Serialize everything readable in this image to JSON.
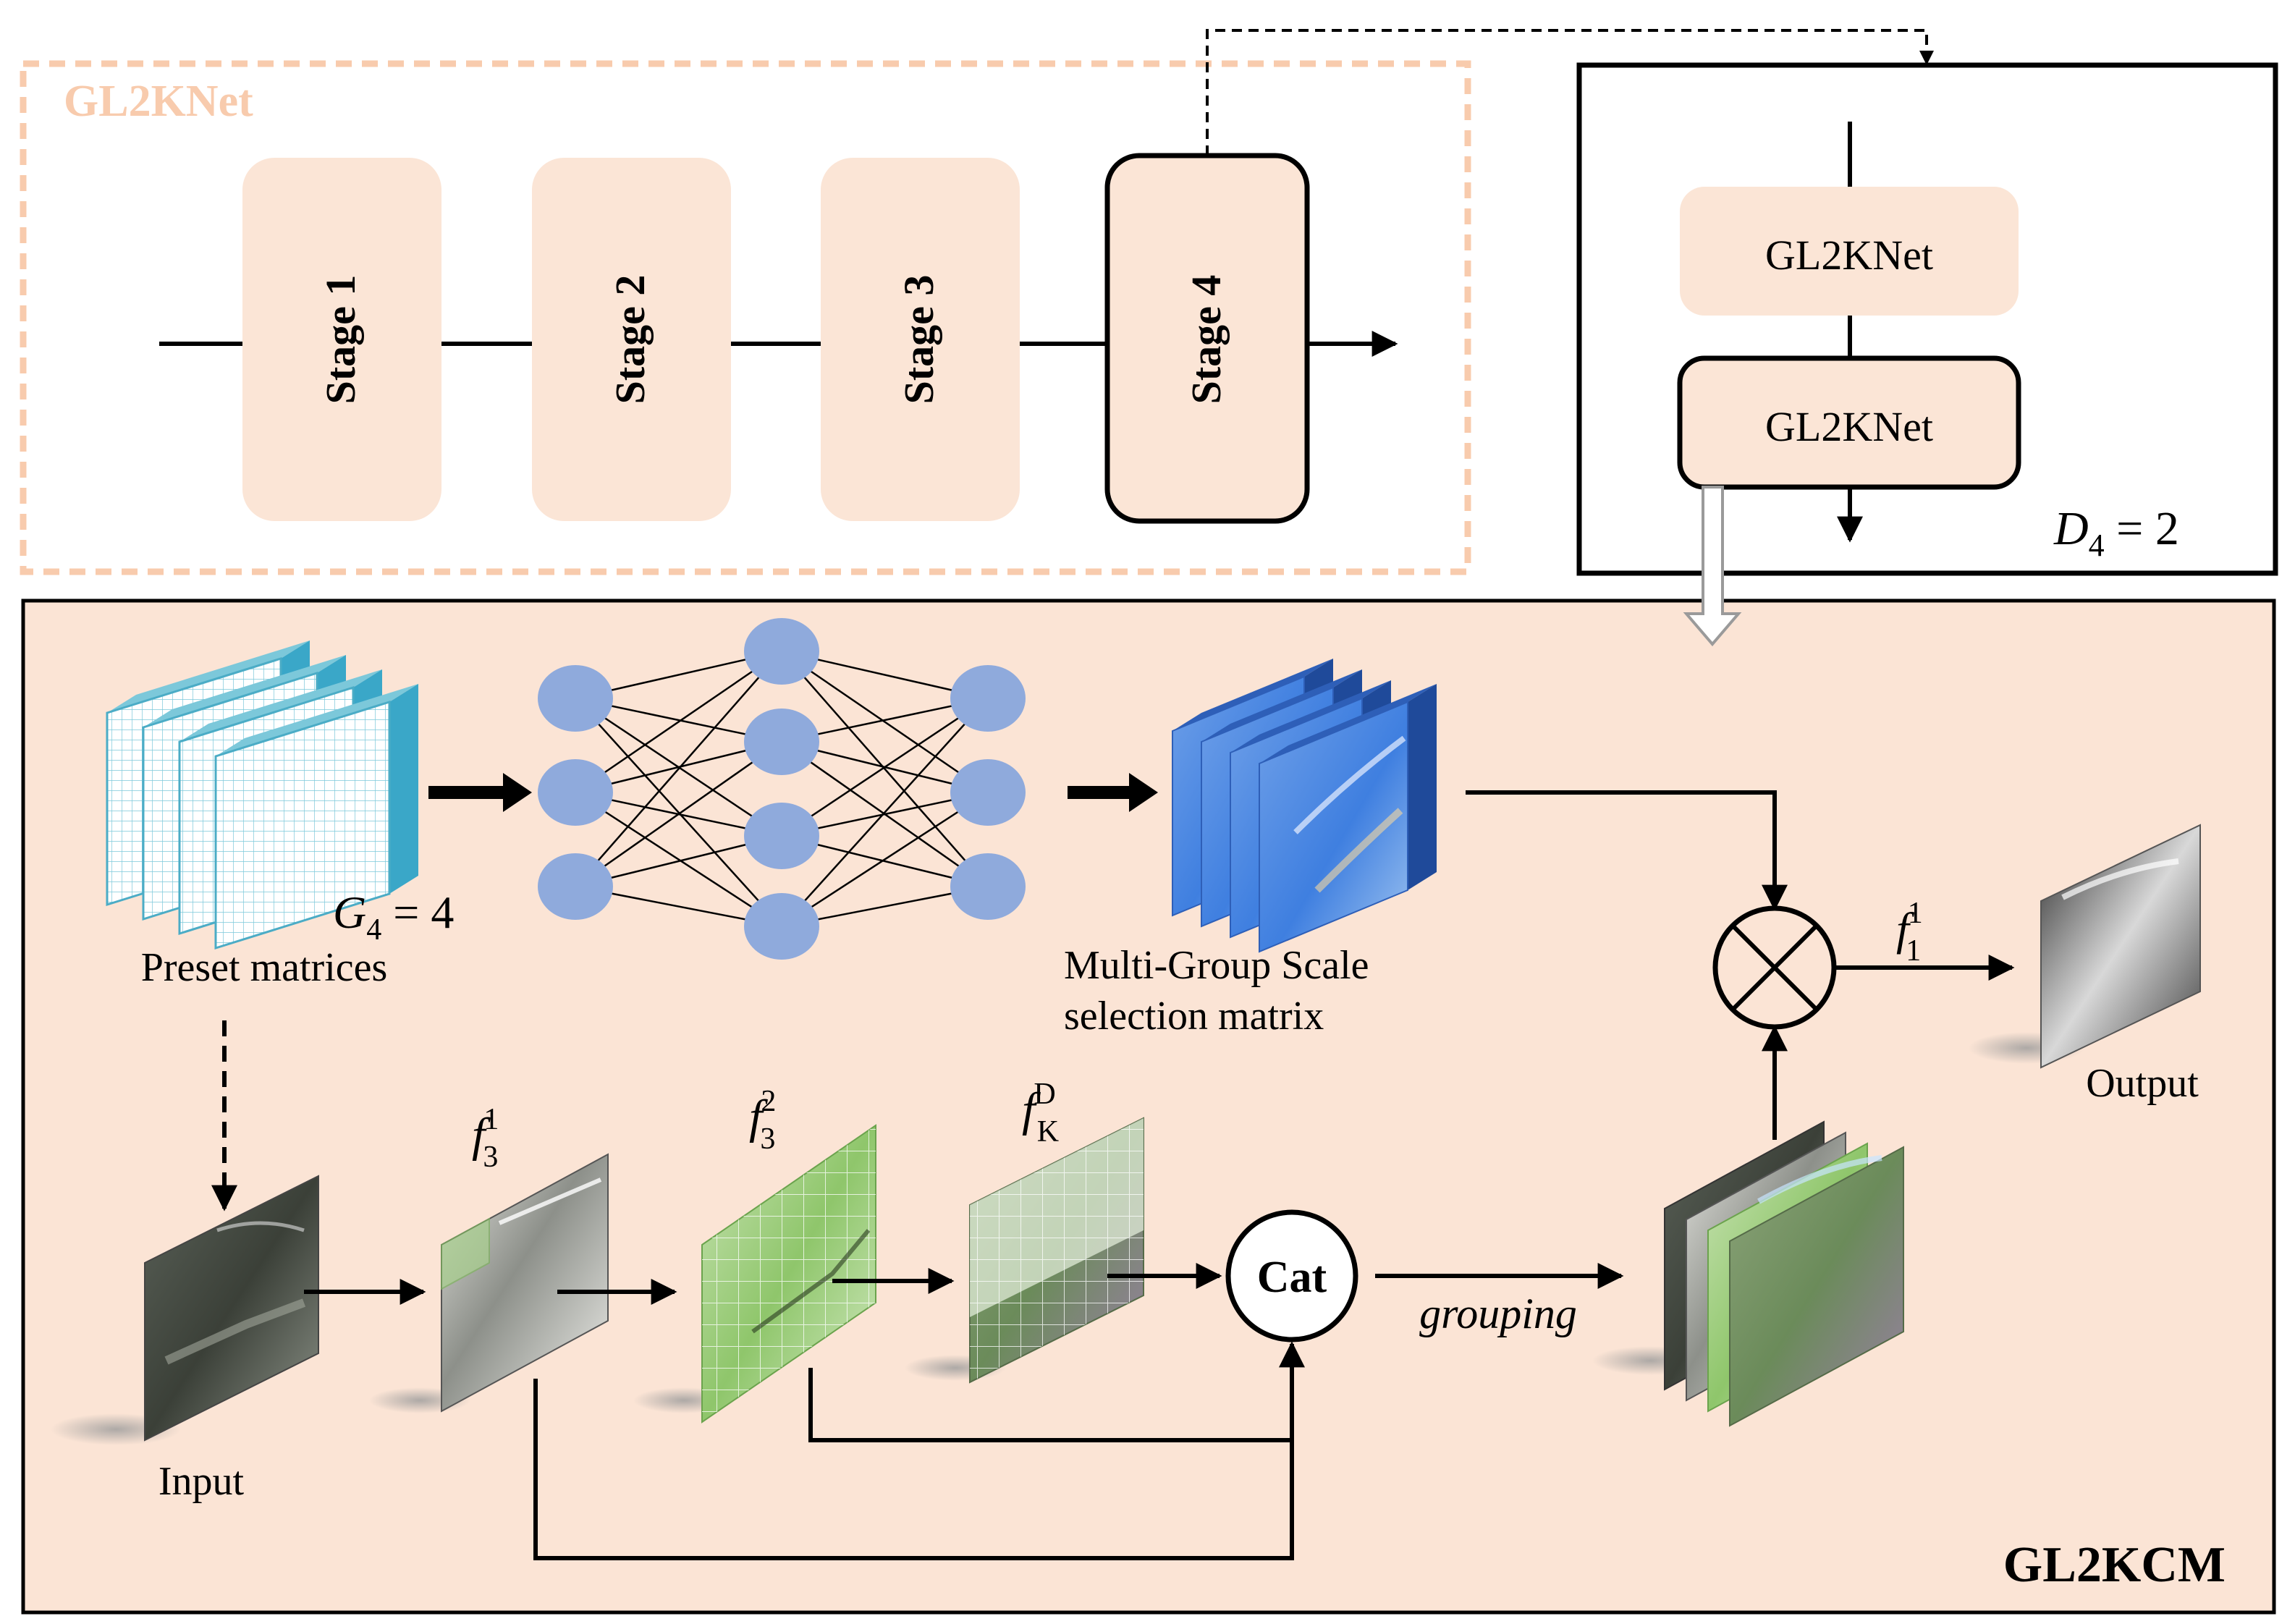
{
  "top": {
    "title": "GL2KNet",
    "stages": [
      "Stage 1",
      "Stage 2",
      "Stage 3",
      "Stage 4"
    ],
    "detail_blocks": [
      "GL2KNet",
      "GL2KNet"
    ],
    "depth_label": {
      "base": "D",
      "sub": "4",
      "rest": " = 2"
    }
  },
  "gl2kcm": {
    "title": "GL2KCM",
    "preset_label": "Preset matrices",
    "groups_label": {
      "base": "G",
      "sub": "4",
      "rest": " = 4"
    },
    "mgs_label": [
      "Multi-Group Scale",
      "selection matrix"
    ],
    "input_label": "Input",
    "output_label": "Output",
    "cat_label": "Cat",
    "grouping_label": "grouping",
    "features": [
      {
        "base": "f",
        "sub": "3",
        "sup": "1"
      },
      {
        "base": "f",
        "sub": "3",
        "sup": "2"
      },
      {
        "base": "f",
        "sub": "K",
        "sup": "D"
      }
    ],
    "output_feature": {
      "base": "f",
      "sub": "1",
      "sup": "1"
    }
  },
  "colors": {
    "peach": "#FBE5D6",
    "panel": "#FBE4D5",
    "node": "#8FAADC",
    "cyan": "#4BACC6",
    "green": "#A9D18E"
  }
}
